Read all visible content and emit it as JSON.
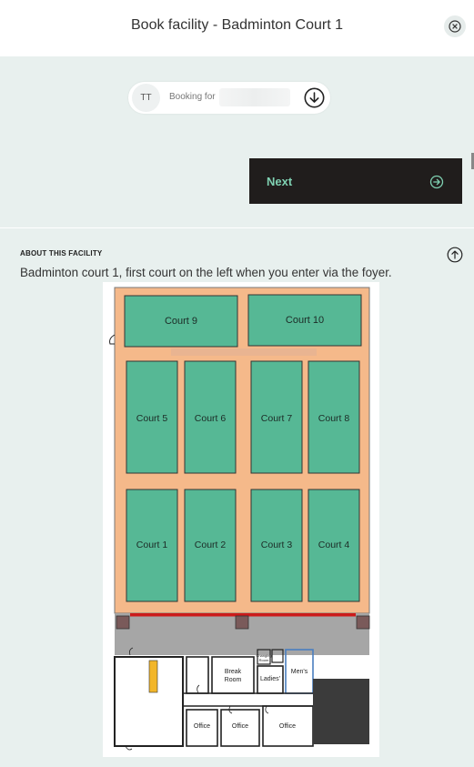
{
  "header": {
    "title": "Book facility - Badminton Court 1",
    "close_icon": "close-circle-icon"
  },
  "booking": {
    "avatar_initials": "TT",
    "label": "Booking for",
    "dropdown_icon": "arrow-down-circle-icon"
  },
  "next_button": {
    "label": "Next",
    "icon": "arrow-right-circle-icon",
    "label_color": "#7fd1b2",
    "background": "#201d1c"
  },
  "about": {
    "heading": "ABOUT THIS FACILITY",
    "collapse_icon": "arrow-up-circle-icon",
    "description": "Badminton court 1, first court on the left when you enter via the foyer."
  },
  "floorplan": {
    "floor_color": "#f5b98a",
    "court_color": "#56b895",
    "courts": [
      "Court 9",
      "Court 10",
      "Court 5",
      "Court 6",
      "Court 7",
      "Court 8",
      "Court 1",
      "Court 2",
      "Court 3",
      "Court 4"
    ],
    "rooms": {
      "break_room": "Break Room",
      "ladies": "Ladies'",
      "mens": "Men's",
      "changing": "Changing Room",
      "office_1": "Office",
      "office_2": "Office",
      "office_3": "Office"
    }
  }
}
